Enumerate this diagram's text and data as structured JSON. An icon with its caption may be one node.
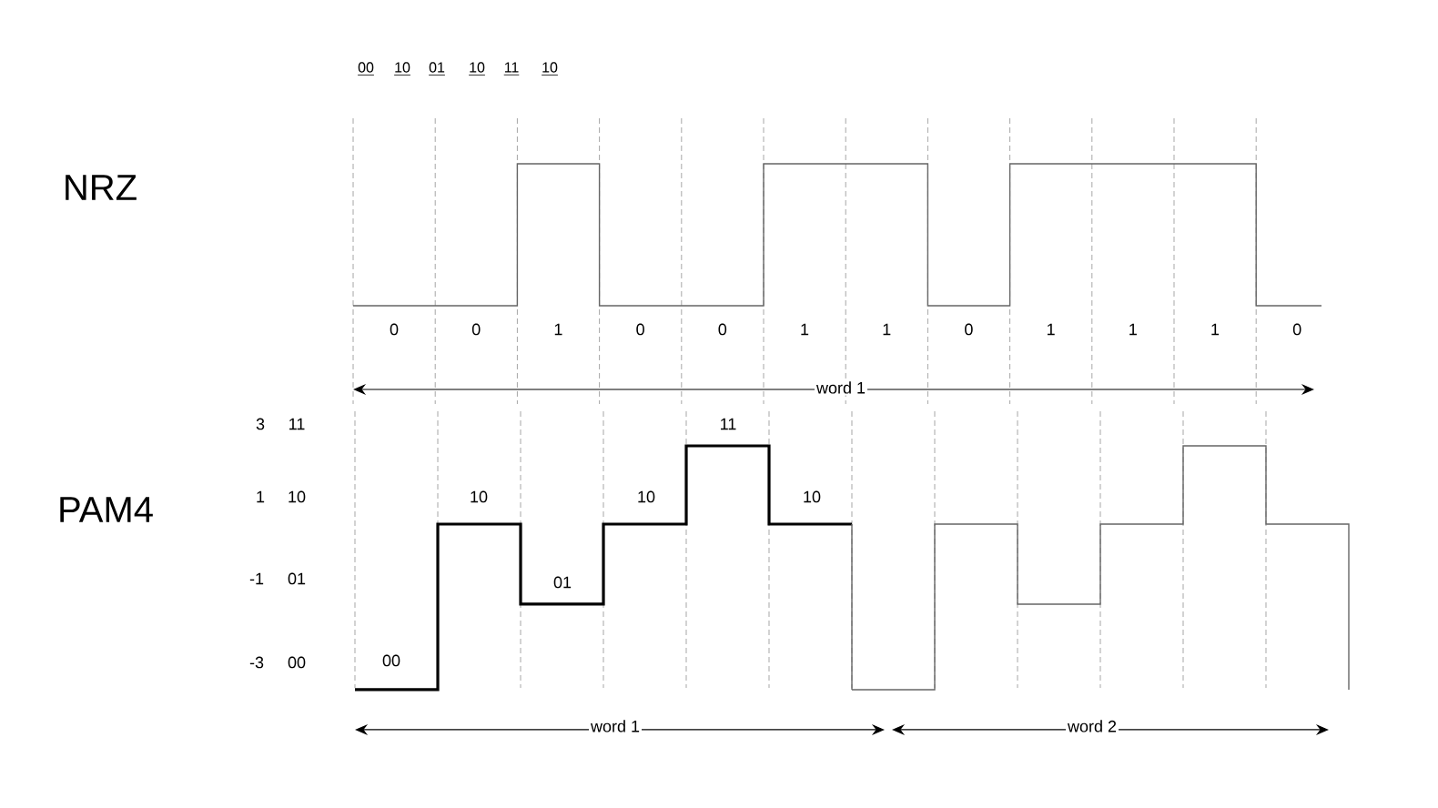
{
  "diagram": {
    "labels": [
      "00",
      "10",
      "01",
      "10",
      "11",
      "10",
      "NRZ",
      "0",
      "0",
      "1",
      "0",
      "0",
      "1",
      "1",
      "0",
      "1",
      "1",
      "1",
      "0",
      "word 1",
      "3",
      "11",
      "11",
      "PAM4",
      "1",
      "10",
      "10",
      "10",
      "10",
      "-1",
      "01",
      "01",
      "-3",
      "00",
      "00",
      "word 1",
      "word 2"
    ]
  }
}
